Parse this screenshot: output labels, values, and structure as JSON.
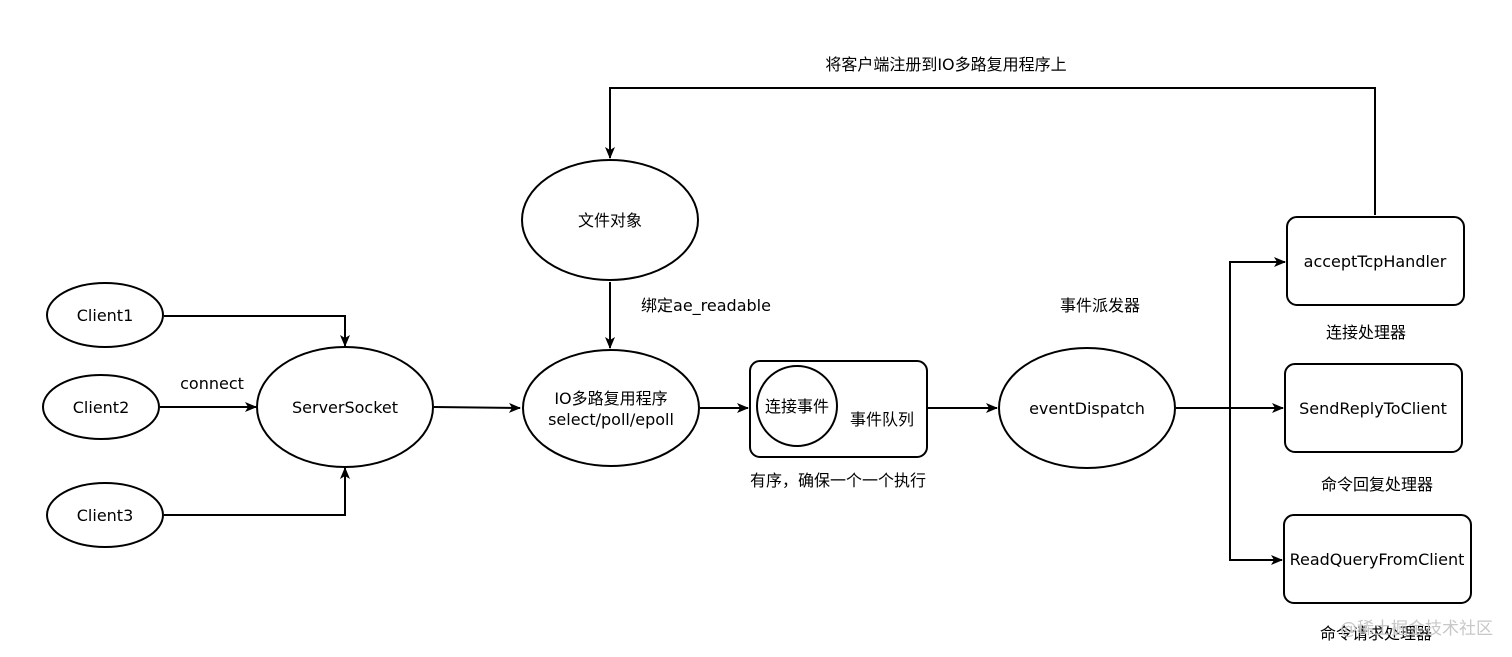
{
  "nodes": {
    "client1": "Client1",
    "client2": "Client2",
    "client3": "Client3",
    "server_socket": "ServerSocket",
    "file_object": "文件对象",
    "io_mux_line1": "IO多路复用程序",
    "io_mux_line2": "select/poll/epoll",
    "connect_event": "连接事件",
    "event_queue": "事件队列",
    "event_dispatch": "eventDispatch",
    "accept_handler": "acceptTcpHandler",
    "send_reply": "SendReplyToClient",
    "read_query": "ReadQueryFromClient"
  },
  "labels": {
    "connect": "connect",
    "bind_readable": "绑定ae_readable",
    "register_back": "将客户端注册到IO多路复用程序上",
    "queue_order": "有序，确保一个一个执行",
    "dispatcher_title": "事件派发器",
    "accept_desc": "连接处理器",
    "reply_desc": "命令回复处理器",
    "read_desc": "命令请求处理器"
  },
  "watermark": "@稀土掘金技术社区"
}
